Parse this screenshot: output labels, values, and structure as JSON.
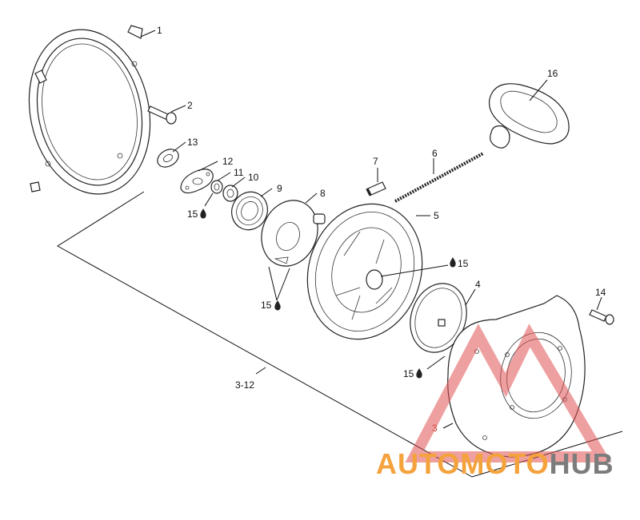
{
  "labels": {
    "p1": "1",
    "p2": "2",
    "p3": "3",
    "p3_12": "3-12",
    "p4": "4",
    "p5": "5",
    "p6": "6",
    "p7": "7",
    "p8": "8",
    "p9": "9",
    "p10": "10",
    "p11": "11",
    "p12": "12",
    "p13": "13",
    "p14": "14",
    "p16": "16",
    "lube_a": "15",
    "lube_b": "15",
    "lube_c": "15",
    "lube_d": "15"
  },
  "watermark": {
    "part1": "AUTOMOTO",
    "part2": "HUB",
    "color_orange": "#f4a23c",
    "color_gray": "#7c7c7c",
    "color_triangle": "#e05252"
  }
}
